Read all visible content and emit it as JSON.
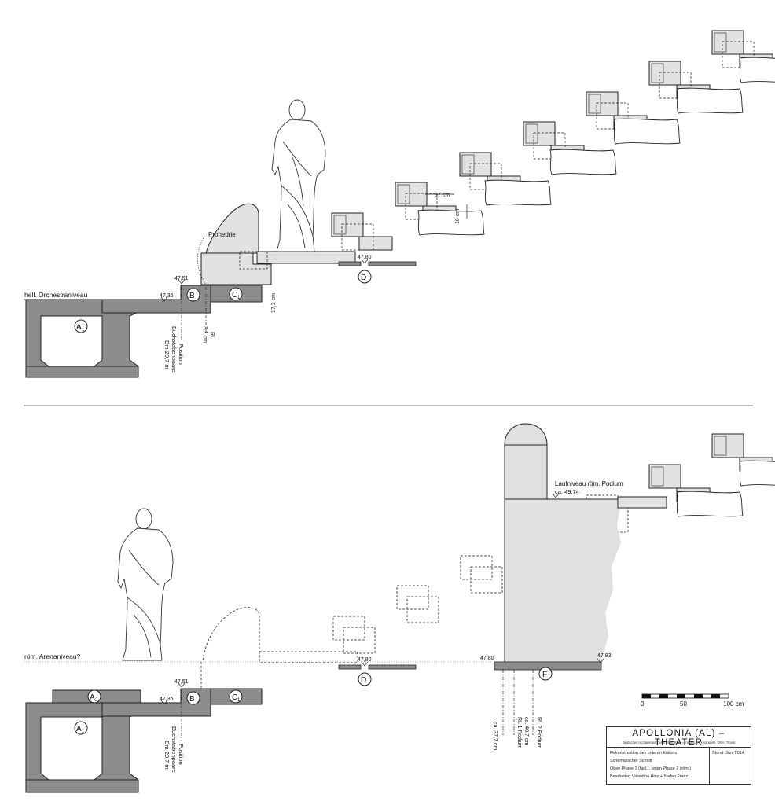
{
  "top_section": {
    "orchestra_label": "hell. Orchestraniveau",
    "prohedrie_label": "Prohedrie",
    "marker_a1": "A",
    "marker_a1_sub": "1",
    "marker_b": "B",
    "marker_c1": "C",
    "marker_c1_sub": "1",
    "marker_d": "D",
    "level_4751": "47,51",
    "level_4735": "47,35",
    "level_4780": "47,80",
    "dim_17_3": "17,3 cm",
    "dim_37": "37 cm",
    "dim_18": "18 cm",
    "position_line1": "Position",
    "position_line2": "Buchstabenpaare",
    "position_line3": "Dm 20,7 m",
    "rl_line1": "RL",
    "rl_line2": "3,1 cm"
  },
  "bottom_section": {
    "arena_label": "röm. Arenaniveau?",
    "podium_label_line1": "Laufniveau röm. Podium",
    "podium_label_line2": "ca. 49,74",
    "marker_a1": "A",
    "marker_a1_sub": "1",
    "marker_a2": "A",
    "marker_a2_sub": "2",
    "marker_b": "B",
    "marker_c1": "C",
    "marker_c1_sub": "1",
    "marker_d": "D",
    "marker_f": "F",
    "level_4751": "47,51",
    "level_4735": "47,35",
    "level_4780_d": "47,80",
    "level_4780_f": "47,80",
    "level_4783": "47,83",
    "position_line1": "Position",
    "position_line2": "Buchstabenpaare",
    "position_line3": "Dm 20,7 m",
    "rl1_line1": "RL 1 Podium",
    "rl1_line2": "ca. 37,7 cm",
    "rl2_line1": "RL 2 Podium",
    "rl2_line2": "ca. 40,7 cm"
  },
  "scale_bar": {
    "label_0": "0",
    "label_50": "50",
    "label_100": "100 cm"
  },
  "title_block": {
    "title": "APOLLONIA (AL) – THEATER",
    "subtitle": "Deutsches Archäologisches Institut Rom – Instituti i Arkeologjisë, QSA, Tiranë",
    "line1": "Rekonstruktion des unteren Koilons",
    "line2": "Schematischer Schnitt",
    "line3": "Oben Phase 1 (hell.), unten Phase 2 (röm.)",
    "line4": "Bearbeiter: Valentina Hinz + Stefan Franz",
    "stand": "Stand: Jan. 2014"
  },
  "colors": {
    "dark_fill": "#8c8c8c",
    "light_fill": "#e2e2e2",
    "podium_fill": "#e0e0e0",
    "line": "#222222"
  }
}
